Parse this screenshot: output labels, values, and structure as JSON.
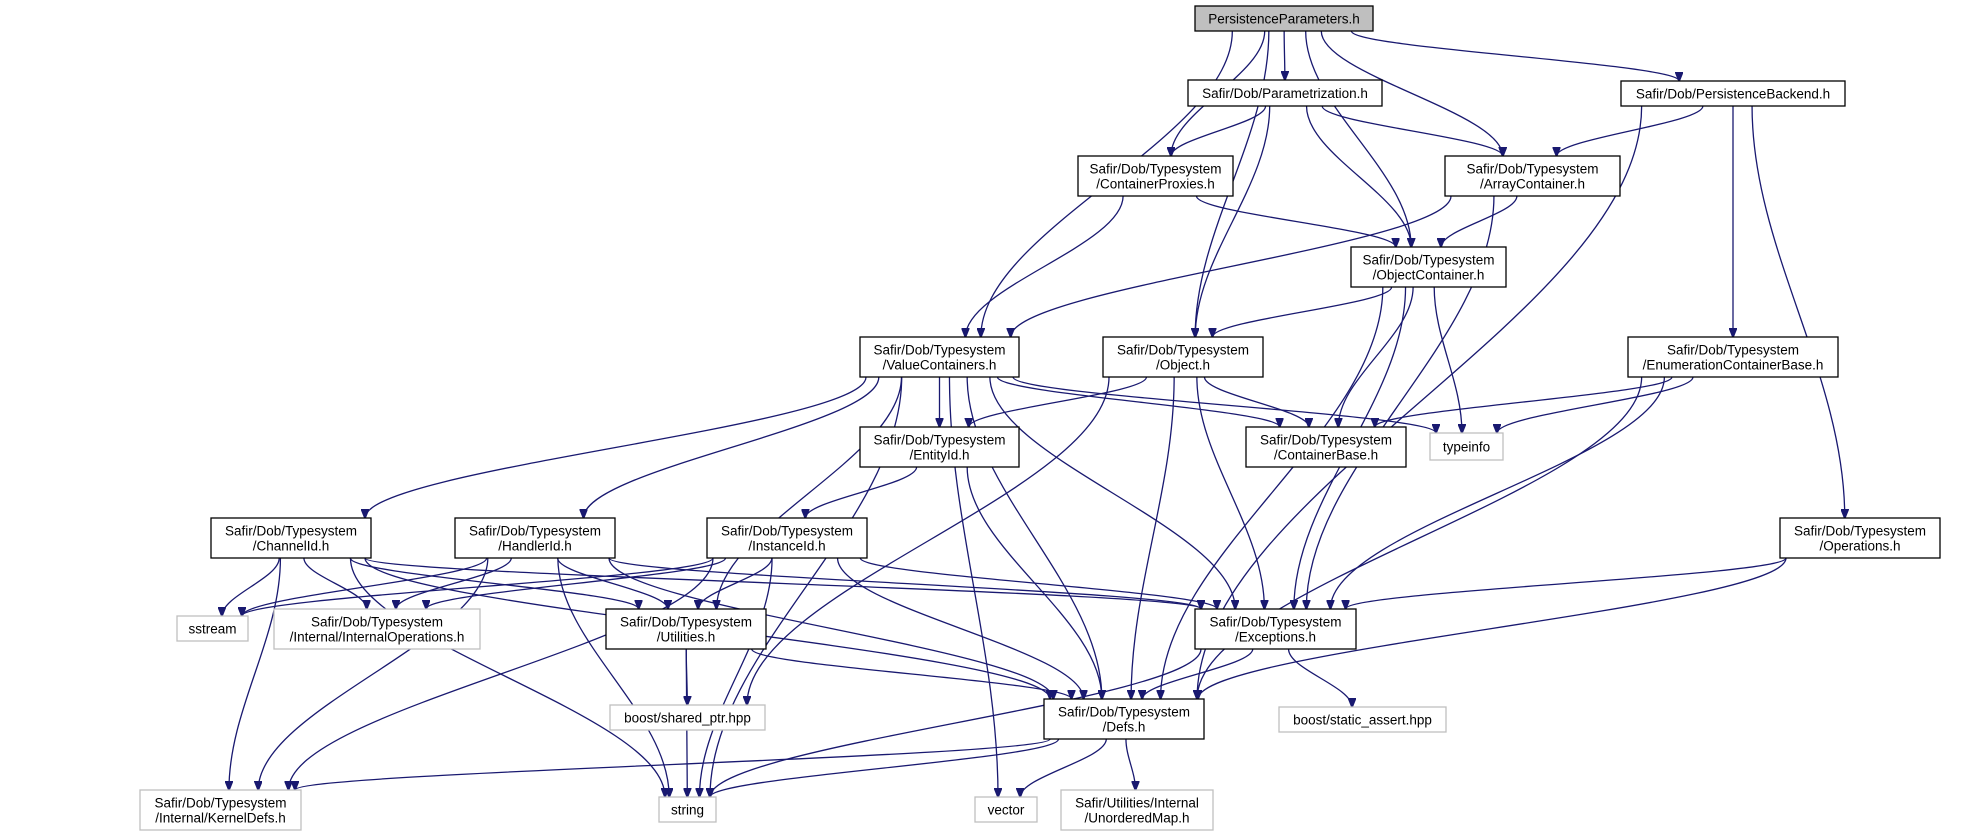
{
  "title": "PersistenceParameters.h include dependency graph",
  "colors": {
    "edge": "#191970",
    "root_fill": "#bfbfbf",
    "border": "#000000",
    "external_border": "#bfbfbf"
  },
  "nodes": [
    {
      "id": "pp",
      "lines": [
        "PersistenceParameters.h"
      ],
      "kind": "root"
    },
    {
      "id": "param",
      "lines": [
        "Safir/Dob/Parametrization.h"
      ],
      "kind": "internal"
    },
    {
      "id": "pback",
      "lines": [
        "Safir/Dob/PersistenceBackend.h"
      ],
      "kind": "internal"
    },
    {
      "id": "cprox",
      "lines": [
        "Safir/Dob/Typesystem",
        "/ContainerProxies.h"
      ],
      "kind": "internal"
    },
    {
      "id": "arr",
      "lines": [
        "Safir/Dob/Typesystem",
        "/ArrayContainer.h"
      ],
      "kind": "internal"
    },
    {
      "id": "objc",
      "lines": [
        "Safir/Dob/Typesystem",
        "/ObjectContainer.h"
      ],
      "kind": "internal"
    },
    {
      "id": "valc",
      "lines": [
        "Safir/Dob/Typesystem",
        "/ValueContainers.h"
      ],
      "kind": "internal"
    },
    {
      "id": "obj",
      "lines": [
        "Safir/Dob/Typesystem",
        "/Object.h"
      ],
      "kind": "internal"
    },
    {
      "id": "enumc",
      "lines": [
        "Safir/Dob/Typesystem",
        "/EnumerationContainerBase.h"
      ],
      "kind": "internal"
    },
    {
      "id": "entity",
      "lines": [
        "Safir/Dob/Typesystem",
        "/EntityId.h"
      ],
      "kind": "internal"
    },
    {
      "id": "cbase",
      "lines": [
        "Safir/Dob/Typesystem",
        "/ContainerBase.h"
      ],
      "kind": "internal"
    },
    {
      "id": "typeinfo",
      "lines": [
        "typeinfo"
      ],
      "kind": "external"
    },
    {
      "id": "chan",
      "lines": [
        "Safir/Dob/Typesystem",
        "/ChannelId.h"
      ],
      "kind": "internal"
    },
    {
      "id": "handler",
      "lines": [
        "Safir/Dob/Typesystem",
        "/HandlerId.h"
      ],
      "kind": "internal"
    },
    {
      "id": "inst",
      "lines": [
        "Safir/Dob/Typesystem",
        "/InstanceId.h"
      ],
      "kind": "internal"
    },
    {
      "id": "ops",
      "lines": [
        "Safir/Dob/Typesystem",
        "/Operations.h"
      ],
      "kind": "internal"
    },
    {
      "id": "sstream",
      "lines": [
        "sstream"
      ],
      "kind": "external"
    },
    {
      "id": "intops",
      "lines": [
        "Safir/Dob/Typesystem",
        "/Internal/InternalOperations.h"
      ],
      "kind": "external"
    },
    {
      "id": "util",
      "lines": [
        "Safir/Dob/Typesystem",
        "/Utilities.h"
      ],
      "kind": "internal"
    },
    {
      "id": "exc",
      "lines": [
        "Safir/Dob/Typesystem",
        "/Exceptions.h"
      ],
      "kind": "internal"
    },
    {
      "id": "sharedptr",
      "lines": [
        "boost/shared_ptr.hpp"
      ],
      "kind": "external"
    },
    {
      "id": "defs",
      "lines": [
        "Safir/Dob/Typesystem",
        "/Defs.h"
      ],
      "kind": "internal"
    },
    {
      "id": "sassert",
      "lines": [
        "boost/static_assert.hpp"
      ],
      "kind": "external"
    },
    {
      "id": "kdefs",
      "lines": [
        "Safir/Dob/Typesystem",
        "/Internal/KernelDefs.h"
      ],
      "kind": "external"
    },
    {
      "id": "string",
      "lines": [
        "string"
      ],
      "kind": "external"
    },
    {
      "id": "vector",
      "lines": [
        "vector"
      ],
      "kind": "external"
    },
    {
      "id": "umap",
      "lines": [
        "Safir/Utilities/Internal",
        "/UnorderedMap.h"
      ],
      "kind": "external"
    }
  ],
  "edges": [
    [
      "pp",
      "param"
    ],
    [
      "pp",
      "pback"
    ],
    [
      "pp",
      "cprox"
    ],
    [
      "pp",
      "arr"
    ],
    [
      "pp",
      "objc"
    ],
    [
      "pp",
      "valc"
    ],
    [
      "pp",
      "obj"
    ],
    [
      "param",
      "cprox"
    ],
    [
      "param",
      "arr"
    ],
    [
      "param",
      "objc"
    ],
    [
      "param",
      "obj"
    ],
    [
      "pback",
      "arr"
    ],
    [
      "pback",
      "enumc"
    ],
    [
      "pback",
      "ops"
    ],
    [
      "pback",
      "defs"
    ],
    [
      "cprox",
      "objc"
    ],
    [
      "cprox",
      "valc"
    ],
    [
      "arr",
      "objc"
    ],
    [
      "arr",
      "valc"
    ],
    [
      "arr",
      "exc"
    ],
    [
      "objc",
      "obj"
    ],
    [
      "objc",
      "cbase"
    ],
    [
      "objc",
      "typeinfo"
    ],
    [
      "objc",
      "exc"
    ],
    [
      "objc",
      "defs"
    ],
    [
      "valc",
      "entity"
    ],
    [
      "valc",
      "cbase"
    ],
    [
      "valc",
      "typeinfo"
    ],
    [
      "valc",
      "chan"
    ],
    [
      "valc",
      "handler"
    ],
    [
      "valc",
      "util"
    ],
    [
      "valc",
      "exc"
    ],
    [
      "valc",
      "defs"
    ],
    [
      "valc",
      "string"
    ],
    [
      "valc",
      "vector"
    ],
    [
      "obj",
      "entity"
    ],
    [
      "obj",
      "cbase"
    ],
    [
      "obj",
      "exc"
    ],
    [
      "obj",
      "defs"
    ],
    [
      "obj",
      "sharedptr"
    ],
    [
      "enumc",
      "cbase"
    ],
    [
      "enumc",
      "typeinfo"
    ],
    [
      "enumc",
      "exc"
    ],
    [
      "enumc",
      "defs"
    ],
    [
      "entity",
      "inst"
    ],
    [
      "entity",
      "defs"
    ],
    [
      "chan",
      "sstream"
    ],
    [
      "chan",
      "intops"
    ],
    [
      "chan",
      "util"
    ],
    [
      "chan",
      "exc"
    ],
    [
      "chan",
      "defs"
    ],
    [
      "chan",
      "kdefs"
    ],
    [
      "chan",
      "string"
    ],
    [
      "handler",
      "sstream"
    ],
    [
      "handler",
      "intops"
    ],
    [
      "handler",
      "util"
    ],
    [
      "handler",
      "exc"
    ],
    [
      "handler",
      "defs"
    ],
    [
      "handler",
      "kdefs"
    ],
    [
      "handler",
      "string"
    ],
    [
      "inst",
      "sstream"
    ],
    [
      "inst",
      "intops"
    ],
    [
      "inst",
      "util"
    ],
    [
      "inst",
      "exc"
    ],
    [
      "inst",
      "defs"
    ],
    [
      "inst",
      "kdefs"
    ],
    [
      "inst",
      "string"
    ],
    [
      "ops",
      "exc"
    ],
    [
      "ops",
      "defs"
    ],
    [
      "util",
      "sharedptr"
    ],
    [
      "util",
      "defs"
    ],
    [
      "util",
      "string"
    ],
    [
      "exc",
      "defs"
    ],
    [
      "exc",
      "sassert"
    ],
    [
      "exc",
      "string"
    ],
    [
      "defs",
      "kdefs"
    ],
    [
      "defs",
      "string"
    ],
    [
      "defs",
      "vector"
    ],
    [
      "defs",
      "umap"
    ]
  ]
}
